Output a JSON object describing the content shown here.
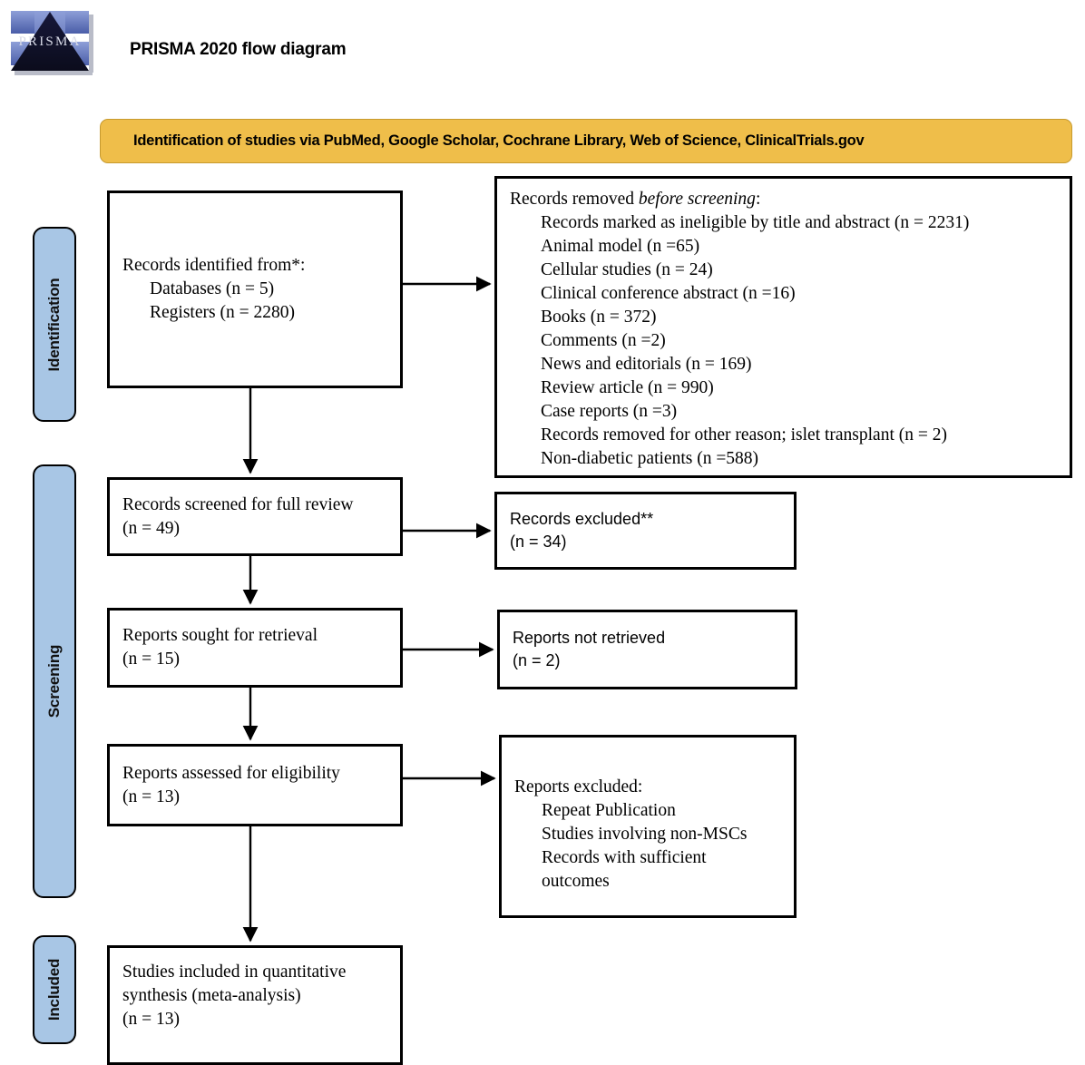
{
  "header": {
    "title": "PRISMA 2020 flow diagram",
    "logo_text": "PRISMA"
  },
  "banner": {
    "label": "Identification of studies via PubMed, Google Scholar, Cochrane Library, Web of Science, ClinicalTrials.gov",
    "color": "#efbe4a"
  },
  "rails": {
    "color": "#a8c6e5",
    "items": [
      {
        "label": "Identification"
      },
      {
        "label": "Screening"
      },
      {
        "label": "Included"
      }
    ]
  },
  "boxes": {
    "identified": {
      "title": "Records identified from*:",
      "lines": [
        "Databases (n = 5)",
        "Registers (n = 2280)"
      ]
    },
    "removed": {
      "title_prefix": "Records removed ",
      "title_italic": "before screening",
      "title_suffix": ":",
      "lines": [
        "Records marked as ineligible by title and abstract (n = 2231)",
        "Animal model (n =65)",
        "Cellular studies (n = 24)",
        "Clinical conference abstract (n =16)",
        "Books (n = 372)",
        "Comments (n =2)",
        "News and editorials (n = 169)",
        "Review article (n = 990)",
        "Case reports (n =3)",
        "Records removed for other reason; islet transplant (n = 2)",
        "Non-diabetic patients (n =588)"
      ]
    },
    "screened": {
      "line1": "Records screened for full review",
      "line2": "(n = 49)"
    },
    "records_excluded": {
      "line1": "Records excluded**",
      "line2": "(n = 34)"
    },
    "sought": {
      "line1": "Reports sought for retrieval",
      "line2": "(n = 15)"
    },
    "not_retrieved": {
      "line1": "Reports not retrieved",
      "line2": "(n = 2)"
    },
    "assessed": {
      "line1": " Reports assessed for eligibility",
      "line2": "(n = 13)"
    },
    "reports_excluded": {
      "title": "Reports excluded:",
      "lines": [
        "Repeat Publication",
        "Studies involving non-MSCs",
        "Records with sufficient",
        "outcomes"
      ]
    },
    "included": {
      "line1": "Studies included in quantitative",
      "line2": "synthesis (meta-analysis)",
      "line3": "(n = 13)"
    }
  }
}
